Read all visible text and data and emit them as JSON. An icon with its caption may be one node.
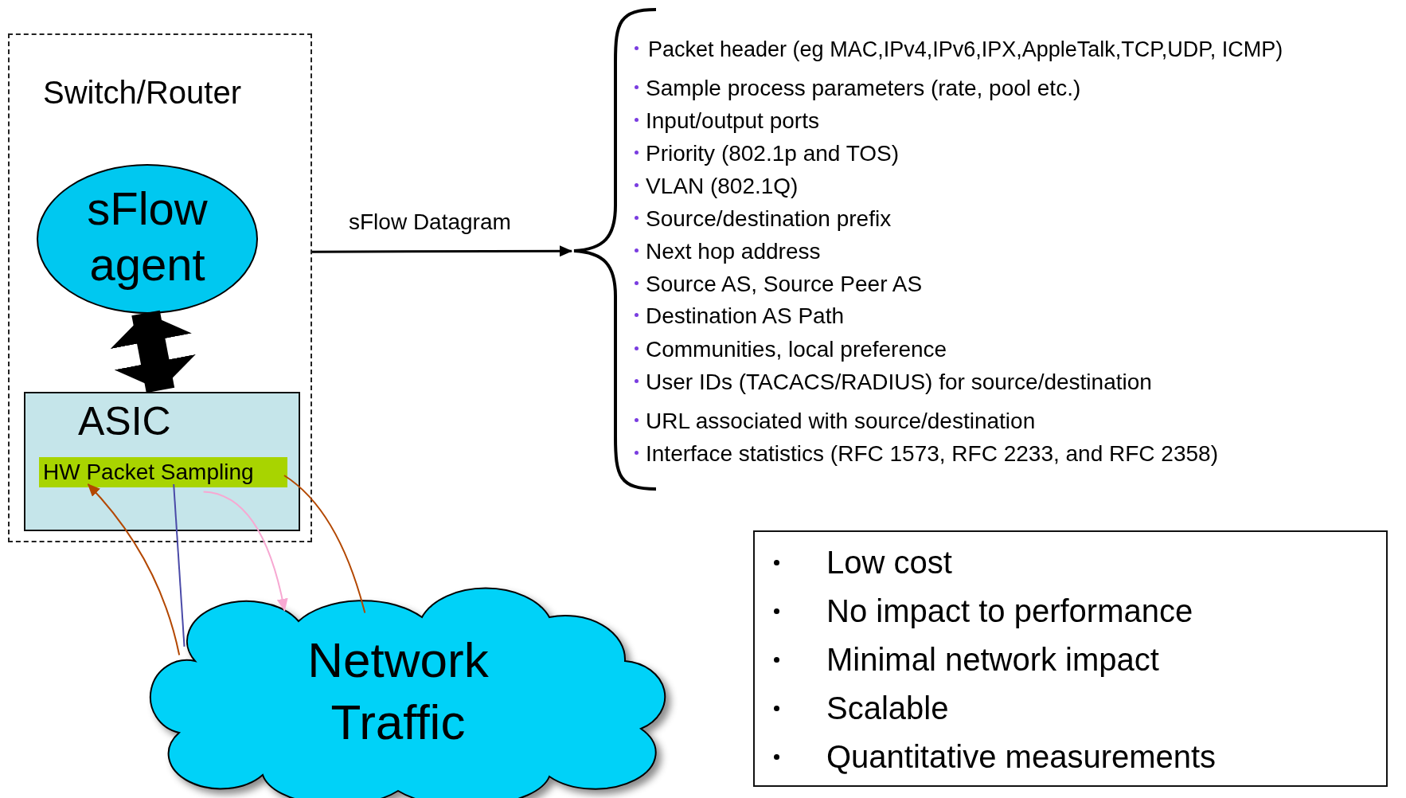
{
  "diagram": {
    "nodes": [
      {
        "text": [
          "Switch/Router"
        ]
      },
      {
        "text": [
          "sFlow agent"
        ],
        "in": 0
      },
      {
        "text": [
          "ASIC"
        ],
        "in": 0
      },
      {
        "text": [
          "HW Packet Sampling"
        ],
        "in": 2
      },
      {
        "text": [
          "Network Traffic"
        ]
      },
      {
        "text": [
          "Packet header (eg MAC,IPv4,IPv6,IPX,AppleTalk,TCP,UDP, ICMP)",
          "Sample process parameters (rate, pool etc.)",
          "Input/output ports",
          "Priority (802.1p and TOS)",
          "VLAN (802.1Q)",
          "Source/destination prefix",
          "Next hop address",
          "Source AS, Source Peer AS",
          "Destination AS Path",
          "Communities, local preference",
          "User IDs (TACACS/RADIUS) for source/destination",
          "URL associated with source/destination",
          "Interface statistics (RFC 1573, RFC 2233, and RFC 2358)"
        ]
      },
      {
        "text": [
          "Low cost",
          "No impact to performance",
          "Minimal network impact",
          "Scalable",
          "Quantitative measurements"
        ]
      }
    ],
    "edges": [
      {
        "from": 1,
        "to": 2,
        "arrow": "both",
        "style": "thick"
      },
      {
        "from": 0,
        "to": 5,
        "arrow": "to",
        "label": "sFlow Datagram"
      },
      {
        "from": 4,
        "to": 3,
        "arrow": "to",
        "color": "#b34700"
      },
      {
        "from": 3,
        "to": 4,
        "arrow": "none",
        "color": "#4a4aa8"
      },
      {
        "from": 3,
        "to": 4,
        "arrow": "to",
        "color": "#f7a8d2"
      },
      {
        "from": 3,
        "to": 4,
        "arrow": "none",
        "color": "#b34700"
      }
    ]
  }
}
